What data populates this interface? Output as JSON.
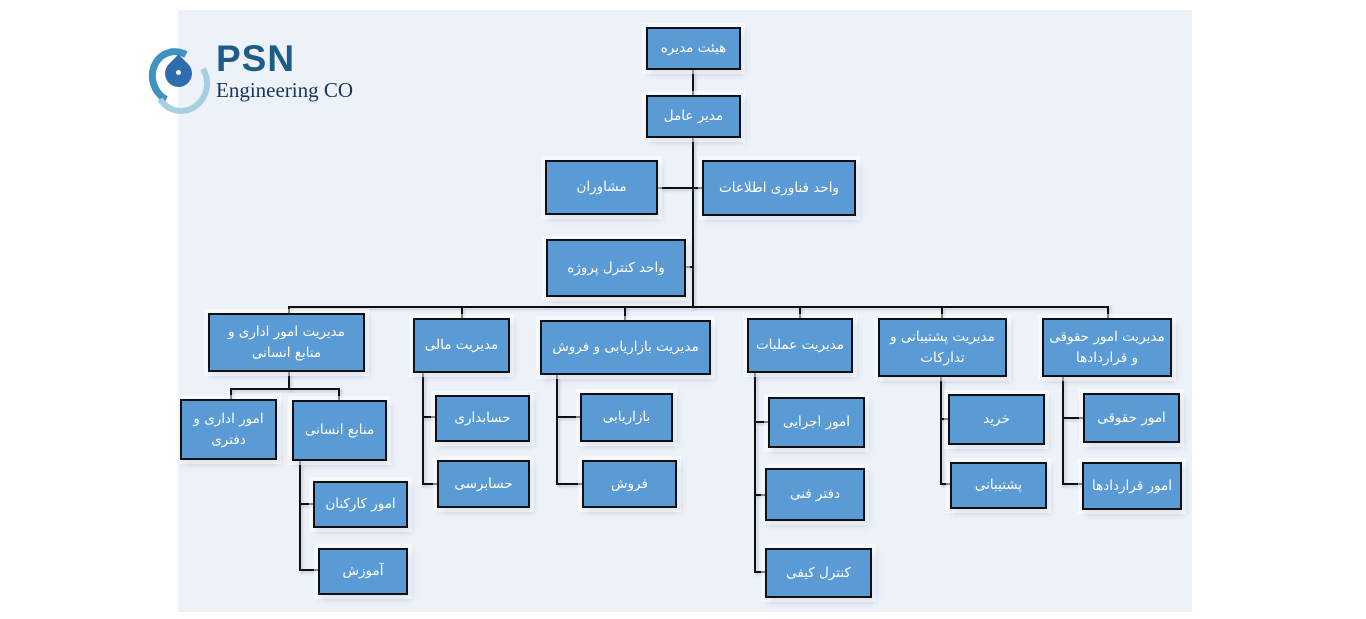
{
  "logo": {
    "brand": "PSN",
    "subtitle": "Engineering CO"
  },
  "colors": {
    "box_fill": "#5b9bd5",
    "box_border": "#101010",
    "box_text": "#ffffff",
    "background_tint": "#edf1f8",
    "brand_blue": "#1f5c85",
    "droplet_blue": "#2d6cae",
    "arc_teal": "#3e93c0",
    "arc_light": "#a6cfe2"
  },
  "org": {
    "board": "هیئت مدیره",
    "ceo": "مدیر عامل",
    "consultants": "مشاوران",
    "it_unit": "واحد فناوری اطلاعات",
    "project_control": "واحد کنترل پروژه",
    "admin_hr": "مدیریت امور اداری و منابع انسانی",
    "finance": "مدیریت مالی",
    "marketing_sales": "مدیریت بازاریابی و فروش",
    "operations": "مدیریت عملیات",
    "support_procurement": "مدیریت پشتیبانی و تدارکات",
    "legal_contracts": "مدیریت امور حقوقی و قراردادها",
    "admin_office": "امور اداری و دفتری",
    "human_resources": "منابع انسانی",
    "personnel": "امور کارکنان",
    "training": "آموزش",
    "accounting": "حسابداری",
    "auditing": "حسابرسی",
    "marketing": "بازاریابی",
    "sales": "فروش",
    "executive_affairs": "امور اجرایی",
    "technical_office": "دفتر فنی",
    "quality_control": "کنترل کیفی",
    "purchasing": "خرید",
    "support": "پشتیبانی",
    "legal_affairs": "امور حقوقی",
    "contract_affairs": "امور قراردادها"
  }
}
